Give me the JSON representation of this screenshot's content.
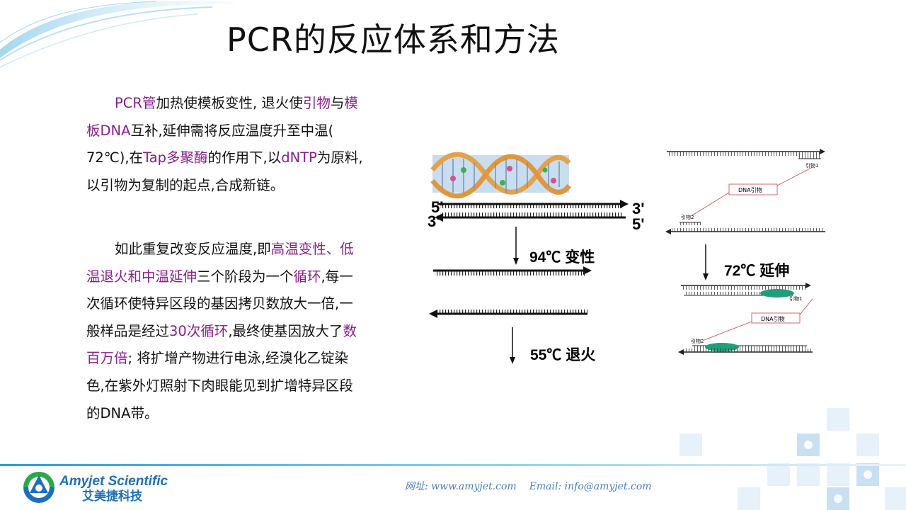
{
  "slide": {
    "title": "PCR的反应体系和方法"
  },
  "paragraph1": {
    "s1": "PCR管",
    "s2": "加热使模板变性, 退火使",
    "s3": "引物",
    "s4": "与",
    "s5": "模板DNA",
    "s6": "互补,延伸需将反应温度升至中温( 72℃),在",
    "s7": "Tap多聚酶",
    "s8": "的作用下,以",
    "s9": "dNTP",
    "s10": "为原料,以引物为复制的起点,合成新链。"
  },
  "paragraph2": {
    "s1": "如此重复改变反应温度,即",
    "s2": "高温变性、低温退火和中温延伸",
    "s3": "三个阶段为一个",
    "s4": "循环",
    "s5": ",每一次循环使特异区段的基因拷贝数放大一倍,一般样品是经过",
    "s6": "30次循环",
    "s7": ",最终使基因放大了",
    "s8": "数百万倍",
    "s9": "; 将扩增产物进行电泳,经溴化乙锭染色,在紫外灯照射下肉眼能见到扩增特异区段的",
    "s10": "DNA",
    "s11": "带。"
  },
  "diagram": {
    "end_5_left": "5'",
    "end_3_left": "3'",
    "end_3_right": "3'",
    "end_5_right": "5'",
    "step_denature": "94℃ 变性",
    "step_anneal": "55℃ 退火",
    "step_extend": "72℃ 延伸",
    "primer1_label": "引物1",
    "primer2_label": "引物2",
    "dna_primer_box": "DNA引物"
  },
  "footer": {
    "brand_name": "Amyjet Scientific",
    "brand_cn": "艾美捷科技",
    "website": "网址: www.amyjet.com",
    "email": "Email: info@amyjet.com"
  },
  "colors": {
    "highlight": "#8a1e8a",
    "footer_text": "#4a7fb5",
    "accent_blue": "#2a9fd6",
    "logo_green": "#2aa84a"
  }
}
